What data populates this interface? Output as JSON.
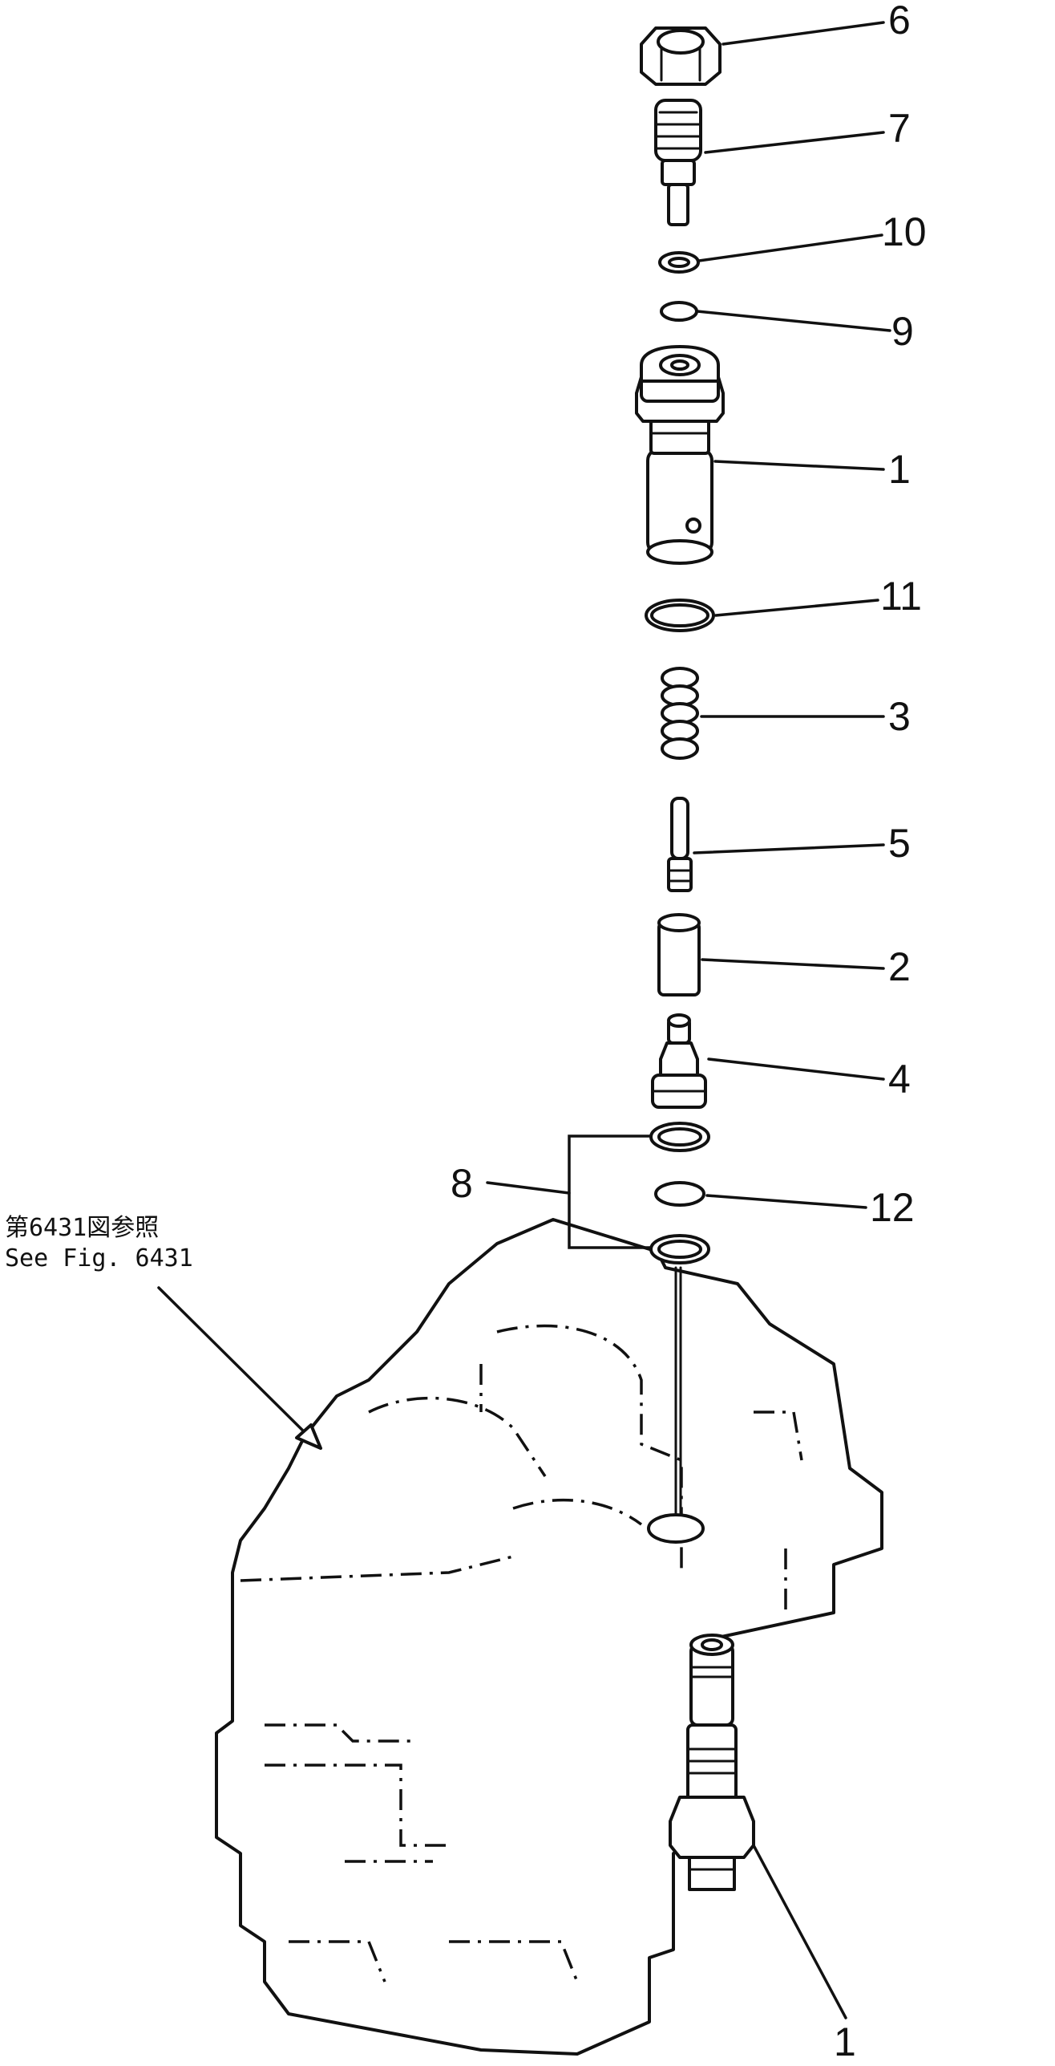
{
  "reference": {
    "line_jp": "第6431図参照",
    "line_en": "See Fig. 6431"
  },
  "callouts": {
    "c6": "6",
    "c7": "7",
    "c10": "10",
    "c9": "9",
    "c1_top": "1",
    "c11": "11",
    "c3": "3",
    "c5": "5",
    "c2": "2",
    "c4": "4",
    "c8": "8",
    "c12": "12",
    "c1_bottom": "1"
  },
  "colors": {
    "ink": "#111111",
    "paper": "#ffffff"
  }
}
